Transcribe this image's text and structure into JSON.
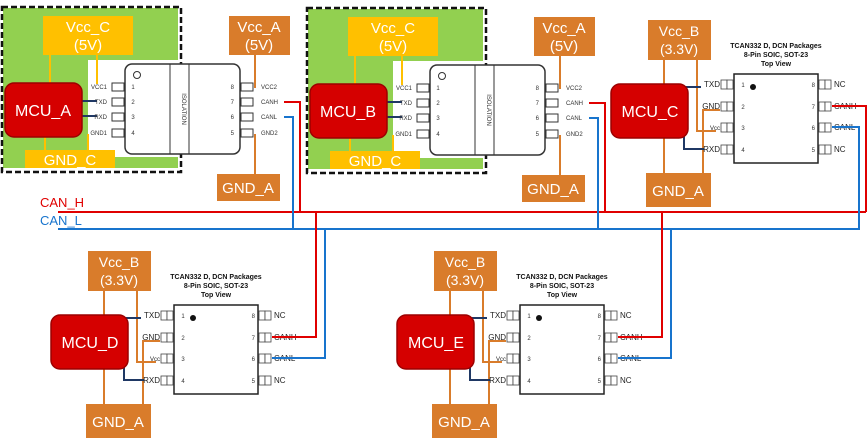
{
  "colors": {
    "green_domain": "#92D050",
    "logic_supply": "#FFC000",
    "bus_supply": "#D97C2B",
    "mcu_fill": "#D50000",
    "mcu_border": "#9C0000",
    "can_h": "#E00000",
    "can_l": "#1874CD",
    "logic_signal": "#1F3864"
  },
  "bus": {
    "can_h_label": "CAN_H",
    "can_l_label": "CAN_L"
  },
  "isolated_nodes": [
    {
      "mcu": "MCU_A",
      "vcc_logic": "Vcc_C",
      "vcc_logic_voltage": "(5V)",
      "gnd_logic": "GND_C",
      "vcc_bus": "Vcc_A",
      "vcc_bus_voltage": "(5V)",
      "gnd_bus": "GND_A",
      "isolation_label": "ISOLATION",
      "left_pins": [
        {
          "num": "1",
          "label": "VCC1"
        },
        {
          "num": "2",
          "label": "TXD"
        },
        {
          "num": "3",
          "label": "RXD"
        },
        {
          "num": "4",
          "label": "GND1"
        }
      ],
      "right_pins": [
        {
          "num": "8",
          "label": "VCC2"
        },
        {
          "num": "7",
          "label": "CANH"
        },
        {
          "num": "6",
          "label": "CANL"
        },
        {
          "num": "5",
          "label": "GND2"
        }
      ]
    },
    {
      "mcu": "MCU_B",
      "vcc_logic": "Vcc_C",
      "vcc_logic_voltage": "(5V)",
      "gnd_logic": "GND_C",
      "vcc_bus": "Vcc_A",
      "vcc_bus_voltage": "(5V)",
      "gnd_bus": "GND_A",
      "isolation_label": "ISOLATION",
      "left_pins": [
        {
          "num": "1",
          "label": "VCC1"
        },
        {
          "num": "2",
          "label": "TXD"
        },
        {
          "num": "3",
          "label": "RXD"
        },
        {
          "num": "4",
          "label": "GND1"
        }
      ],
      "right_pins": [
        {
          "num": "8",
          "label": "VCC2"
        },
        {
          "num": "7",
          "label": "CANH"
        },
        {
          "num": "6",
          "label": "CANL"
        },
        {
          "num": "5",
          "label": "GND2"
        }
      ]
    }
  ],
  "transceiver_nodes": [
    {
      "mcu": "MCU_C",
      "vcc": "Vcc_B",
      "vcc_voltage": "(3.3V)",
      "gnd": "GND_A",
      "title": [
        "TCAN332 D, DCN Packages",
        "8-Pin SOIC, SOT-23",
        "Top View"
      ],
      "left_pins": [
        {
          "num": "1",
          "label": "TXD"
        },
        {
          "num": "2",
          "label": "GND"
        },
        {
          "num": "3",
          "label": "Vcc"
        },
        {
          "num": "4",
          "label": "RXD"
        }
      ],
      "right_pins": [
        {
          "num": "8",
          "label": "NC"
        },
        {
          "num": "7",
          "label": "CANH"
        },
        {
          "num": "6",
          "label": "CANL"
        },
        {
          "num": "5",
          "label": "NC"
        }
      ]
    },
    {
      "mcu": "MCU_D",
      "vcc": "Vcc_B",
      "vcc_voltage": "(3.3V)",
      "gnd": "GND_A",
      "title": [
        "TCAN332 D, DCN Packages",
        "8-Pin SOIC, SOT-23",
        "Top View"
      ],
      "left_pins": [
        {
          "num": "1",
          "label": "TXD"
        },
        {
          "num": "2",
          "label": "GND"
        },
        {
          "num": "3",
          "label": "Vcc"
        },
        {
          "num": "4",
          "label": "RXD"
        }
      ],
      "right_pins": [
        {
          "num": "8",
          "label": "NC"
        },
        {
          "num": "7",
          "label": "CANH"
        },
        {
          "num": "6",
          "label": "CANL"
        },
        {
          "num": "5",
          "label": "NC"
        }
      ]
    },
    {
      "mcu": "MCU_E",
      "vcc": "Vcc_B",
      "vcc_voltage": "(3.3V)",
      "gnd": "GND_A",
      "title": [
        "TCAN332 D, DCN Packages",
        "8-Pin SOIC, SOT-23",
        "Top View"
      ],
      "left_pins": [
        {
          "num": "1",
          "label": "TXD"
        },
        {
          "num": "2",
          "label": "GND"
        },
        {
          "num": "3",
          "label": "Vcc"
        },
        {
          "num": "4",
          "label": "RXD"
        }
      ],
      "right_pins": [
        {
          "num": "8",
          "label": "NC"
        },
        {
          "num": "7",
          "label": "CANH"
        },
        {
          "num": "6",
          "label": "CANL"
        },
        {
          "num": "5",
          "label": "NC"
        }
      ]
    }
  ]
}
